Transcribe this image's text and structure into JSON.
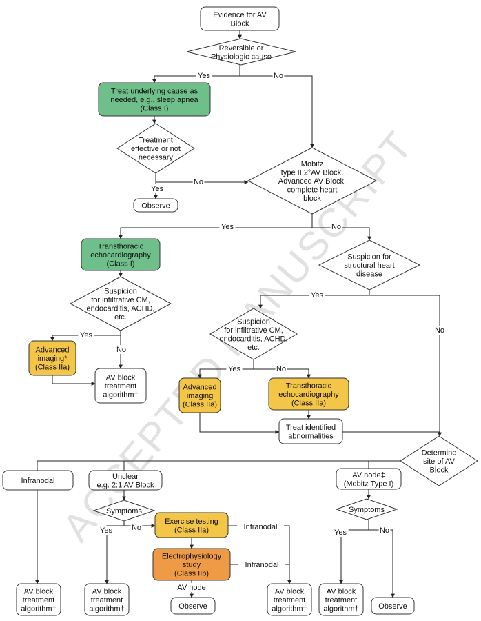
{
  "watermark": "ACCEPTED MANUSCRIPT",
  "colors": {
    "white": "#ffffff",
    "green": "#6fbf8a",
    "gold": "#f3c648",
    "orange": "#ef9a45"
  },
  "nodes": {
    "evidence": [
      "Evidence for AV",
      "Block"
    ],
    "reversible": [
      "Reversible or",
      "Physiologic cause"
    ],
    "treat_cause": [
      "Treat underlying cause as",
      "needed, e.g., sleep apnea",
      "(Class I)"
    ],
    "treatment_effective": [
      "Treatment",
      "effective or not",
      "necessary"
    ],
    "observe_top": [
      "Observe"
    ],
    "mobitz": [
      "Mobitz",
      "type II 2°AV Block,",
      "Advanced AV Block,",
      "complete heart",
      "block"
    ],
    "tte_left": [
      "Transthoracic",
      "echocardiography",
      "(Class I)"
    ],
    "suspicion_structural": [
      "Suspicion for",
      "structural heart",
      "disease"
    ],
    "infiltrative_left": [
      "Suspicion",
      "for infiltrative CM,",
      "endocarditis, ACHD,",
      "etc."
    ],
    "adv_imaging_left": [
      "Advanced",
      "imaging*",
      "(Class IIa)"
    ],
    "avb_algo_left": [
      "AV block",
      "treatment",
      "algorithm†"
    ],
    "infiltrative_right": [
      "Suspicion",
      "for infiltrative CM,",
      "endocarditis, ACHD,",
      "etc."
    ],
    "adv_imaging_right": [
      "Advanced",
      "imaging",
      "(Class IIa)"
    ],
    "tte_right": [
      "Transthoracic",
      "echocardiography",
      "(Class IIa)"
    ],
    "treat_abnormalities": [
      "Treat identified",
      "abnormalities"
    ],
    "determine_site": [
      "Determine",
      "site of AV",
      "Block"
    ],
    "infranodal": [
      "Infranodal"
    ],
    "unclear": [
      "Unclear",
      "e.g. 2:1 AV Block"
    ],
    "av_node_mobitz": [
      "AV node‡",
      "(Mobitz Type I)"
    ],
    "symptoms_left": [
      "Symptoms"
    ],
    "exercise": [
      "Exercise testing",
      "(Class IIa)"
    ],
    "ep_study": [
      "Electrophysiology",
      "study",
      "(Class IIb)"
    ],
    "symptoms_right": [
      "Symptoms"
    ],
    "avb_algo_1": [
      "AV block",
      "treatment",
      "algorithm†"
    ],
    "avb_algo_2": [
      "AV block",
      "treatment",
      "algorithm†"
    ],
    "observe_mid": [
      "Observe"
    ],
    "avb_algo_3": [
      "AV block",
      "treatment",
      "algorithm†"
    ],
    "avb_algo_4": [
      "AV block",
      "treatment",
      "algorithm†"
    ],
    "observe_right": [
      "Observe"
    ]
  },
  "edge_labels": {
    "yes": "Yes",
    "no": "No",
    "infranodal": "Infranodal",
    "av_node": "AV node"
  }
}
